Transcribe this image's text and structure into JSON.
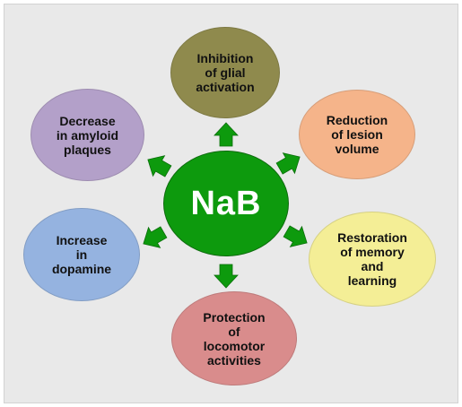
{
  "center": {
    "label": "NaB",
    "color": "#0d9a0d"
  },
  "arrow_color": "#0d9a0d",
  "nodes": [
    {
      "id": "glial",
      "label": "Inhibition\nof glial\nactivation",
      "color": "#8f8a4d"
    },
    {
      "id": "lesion",
      "label": "Reduction\nof lesion\nvolume",
      "color": "#f5b48a"
    },
    {
      "id": "memory",
      "label": "Restoration\nof memory\nand\nlearning",
      "color": "#f4ee96"
    },
    {
      "id": "locomotor",
      "label": "Protection\nof\nlocomotor\nactivities",
      "color": "#d98c8c"
    },
    {
      "id": "dopamine",
      "label": "Increase\nin\ndopamine",
      "color": "#95b3e0"
    },
    {
      "id": "amyloid",
      "label": "Decrease\nin amyloid\nplaques",
      "color": "#b3a0c9"
    }
  ]
}
